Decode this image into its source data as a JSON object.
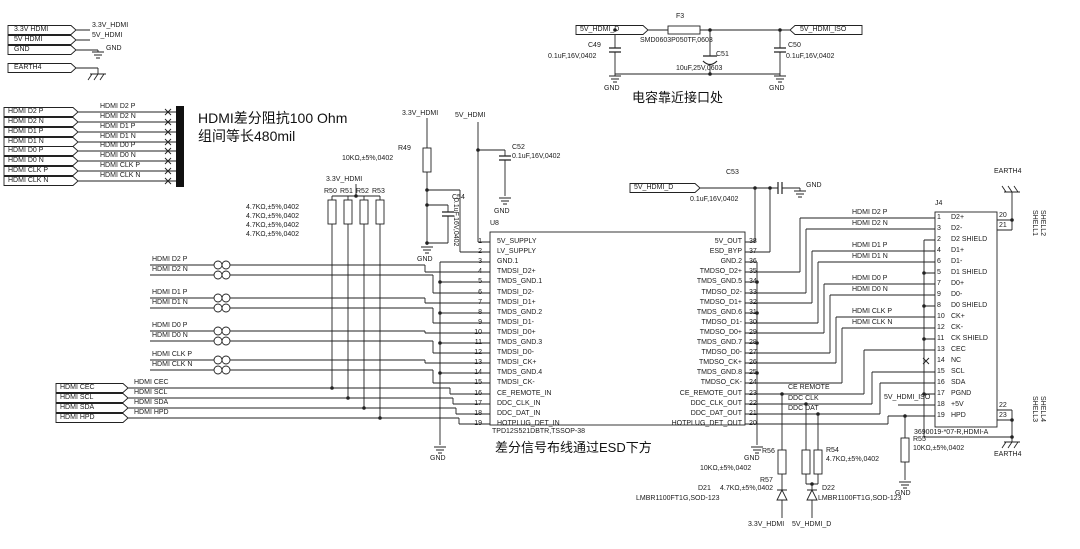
{
  "ports": {
    "power": [
      "3.3V HDMI",
      "5V HDMI",
      "GND",
      "EARTH4"
    ],
    "hdmi": [
      "HDMI D2 P",
      "HDMI D2 N",
      "HDMI D1 P",
      "HDMI D1 N",
      "HDMI D0 P",
      "HDMI D0 N",
      "HDMI CLK P",
      "HDMI CLK N"
    ],
    "control": [
      "HDMI CEC",
      "HDMI SCL",
      "HDMI SDA",
      "HDMI HPD"
    ]
  },
  "nets": {
    "v33": "3.3V_HDMI",
    "v5": "5V_HDMI",
    "v5d": "5V_HDMI_D",
    "v5iso": "5V_HDMI_ISO",
    "gnd": "GND",
    "earth": "EARTH4",
    "ce_remote": "CE REMOTE",
    "ddc_clk": "DDC CLK",
    "ddc_dat": "DDC DAT"
  },
  "notes": {
    "impedance1": "HDMI差分阻抗100 Ohm",
    "impedance2": "组间等长480mil",
    "cap_placement": "电容靠近接口处",
    "esd_routing": "差分信号布线通过ESD下方"
  },
  "u8": {
    "ref": "U8",
    "part": "TPD12S521DBTR,TSSOP-38",
    "left_pins": [
      {
        "num": "1",
        "name": "5V_SUPPLY"
      },
      {
        "num": "2",
        "name": "LV_SUPPLY"
      },
      {
        "num": "3",
        "name": "GND.1"
      },
      {
        "num": "4",
        "name": "TMDSI_D2+"
      },
      {
        "num": "5",
        "name": "TMDS_GND.1"
      },
      {
        "num": "6",
        "name": "TMDSI_D2-"
      },
      {
        "num": "7",
        "name": "TMDSI_D1+"
      },
      {
        "num": "8",
        "name": "TMDS_GND.2"
      },
      {
        "num": "9",
        "name": "TMDSI_D1-"
      },
      {
        "num": "10",
        "name": "TMDSI_D0+"
      },
      {
        "num": "11",
        "name": "TMDS_GND.3"
      },
      {
        "num": "12",
        "name": "TMDSI_D0-"
      },
      {
        "num": "13",
        "name": "TMDSI_CK+"
      },
      {
        "num": "14",
        "name": "TMDS_GND.4"
      },
      {
        "num": "15",
        "name": "TMDSI_CK-"
      },
      {
        "num": "16",
        "name": "CE_REMOTE_IN"
      },
      {
        "num": "17",
        "name": "DDC_CLK_IN"
      },
      {
        "num": "18",
        "name": "DDC_DAT_IN"
      },
      {
        "num": "19",
        "name": "HOTPLUG_DET_IN"
      }
    ],
    "right_pins": [
      {
        "num": "38",
        "name": "5V_OUT"
      },
      {
        "num": "37",
        "name": "ESD_BYP"
      },
      {
        "num": "36",
        "name": "GND.2"
      },
      {
        "num": "35",
        "name": "TMDSO_D2+"
      },
      {
        "num": "34",
        "name": "TMDS_GND.5"
      },
      {
        "num": "33",
        "name": "TMDSO_D2-"
      },
      {
        "num": "32",
        "name": "TMDSO_D1+"
      },
      {
        "num": "31",
        "name": "TMDS_GND.6"
      },
      {
        "num": "30",
        "name": "TMDSO_D1-"
      },
      {
        "num": "29",
        "name": "TMDSO_D0+"
      },
      {
        "num": "28",
        "name": "TMDS_GND.7"
      },
      {
        "num": "27",
        "name": "TMDSO_D0-"
      },
      {
        "num": "26",
        "name": "TMDSO_CK+"
      },
      {
        "num": "25",
        "name": "TMDS_GND.8"
      },
      {
        "num": "24",
        "name": "TMDSO_CK-"
      },
      {
        "num": "23",
        "name": "CE_REMOTE_OUT"
      },
      {
        "num": "22",
        "name": "DDC_CLK_OUT"
      },
      {
        "num": "21",
        "name": "DDC_DAT_OUT"
      },
      {
        "num": "20",
        "name": "HOTPLUG_DET_OUT"
      }
    ]
  },
  "j4": {
    "ref": "J4",
    "part": "3690019-*07-R,HDMI-A",
    "pins": [
      {
        "num": "1",
        "name": "D2+"
      },
      {
        "num": "3",
        "name": "D2-"
      },
      {
        "num": "2",
        "name": "D2 SHIELD"
      },
      {
        "num": "4",
        "name": "D1+"
      },
      {
        "num": "6",
        "name": "D1-"
      },
      {
        "num": "5",
        "name": "D1 SHIELD"
      },
      {
        "num": "7",
        "name": "D0+"
      },
      {
        "num": "9",
        "name": "D0-"
      },
      {
        "num": "8",
        "name": "D0 SHIELD"
      },
      {
        "num": "10",
        "name": "CK+"
      },
      {
        "num": "12",
        "name": "CK-"
      },
      {
        "num": "11",
        "name": "CK SHIELD"
      },
      {
        "num": "13",
        "name": "CEC"
      },
      {
        "num": "14",
        "name": "NC"
      },
      {
        "num": "15",
        "name": "SCL"
      },
      {
        "num": "16",
        "name": "SDA"
      },
      {
        "num": "17",
        "name": "PGND"
      },
      {
        "num": "18",
        "name": "+5V"
      },
      {
        "num": "19",
        "name": "HPD"
      }
    ],
    "shell_top": [
      {
        "num": "20",
        "name": "SHELL1"
      },
      {
        "num": "21",
        "name": "SHELL2"
      }
    ],
    "shell_bottom": [
      {
        "num": "22",
        "name": "SHELL3"
      },
      {
        "num": "23",
        "name": "SHELL4"
      }
    ]
  },
  "components": {
    "r49": {
      "ref": "R49",
      "value": "10KΩ,±5%,0402"
    },
    "c54": {
      "ref": "C54",
      "value": "0.1uF,16V,0402"
    },
    "c52": {
      "ref": "C52",
      "value": "0.1uF,16V,0402"
    },
    "pullups": {
      "refs": [
        "R50",
        "R51",
        "R52",
        "R53"
      ],
      "values": [
        "4.7KΩ,±5%,0402",
        "4.7KΩ,±5%,0402",
        "4.7KΩ,±5%,0402",
        "4.7KΩ,±5%,0402"
      ]
    },
    "f3": {
      "ref": "F3",
      "value": "SMD0603P050TF,0603"
    },
    "c49": {
      "ref": "C49",
      "value": "0.1uF,16V,0402"
    },
    "c51": {
      "ref": "C51",
      "value": "10uF,25V,0603"
    },
    "c50": {
      "ref": "C50",
      "value": "0.1uF,16V,0402"
    },
    "c53": {
      "ref": "C53",
      "value": "0.1uF,16V,0402"
    },
    "r56": {
      "ref": "R56",
      "value": "10KΩ,±5%,0402"
    },
    "r54": {
      "ref": "R54",
      "value": "4.7KΩ,±5%,0402"
    },
    "r57": {
      "ref": "R57",
      "value": "4.7KΩ,±5%,0402"
    },
    "r55": {
      "ref": "R55",
      "value": "10KΩ,±5%,0402"
    },
    "d21": {
      "ref": "D21",
      "value": "LMBR1100FT1G,SOD-123"
    },
    "d22": {
      "ref": "D22",
      "value": "LMBR1100FT1G,SOD-123"
    }
  }
}
